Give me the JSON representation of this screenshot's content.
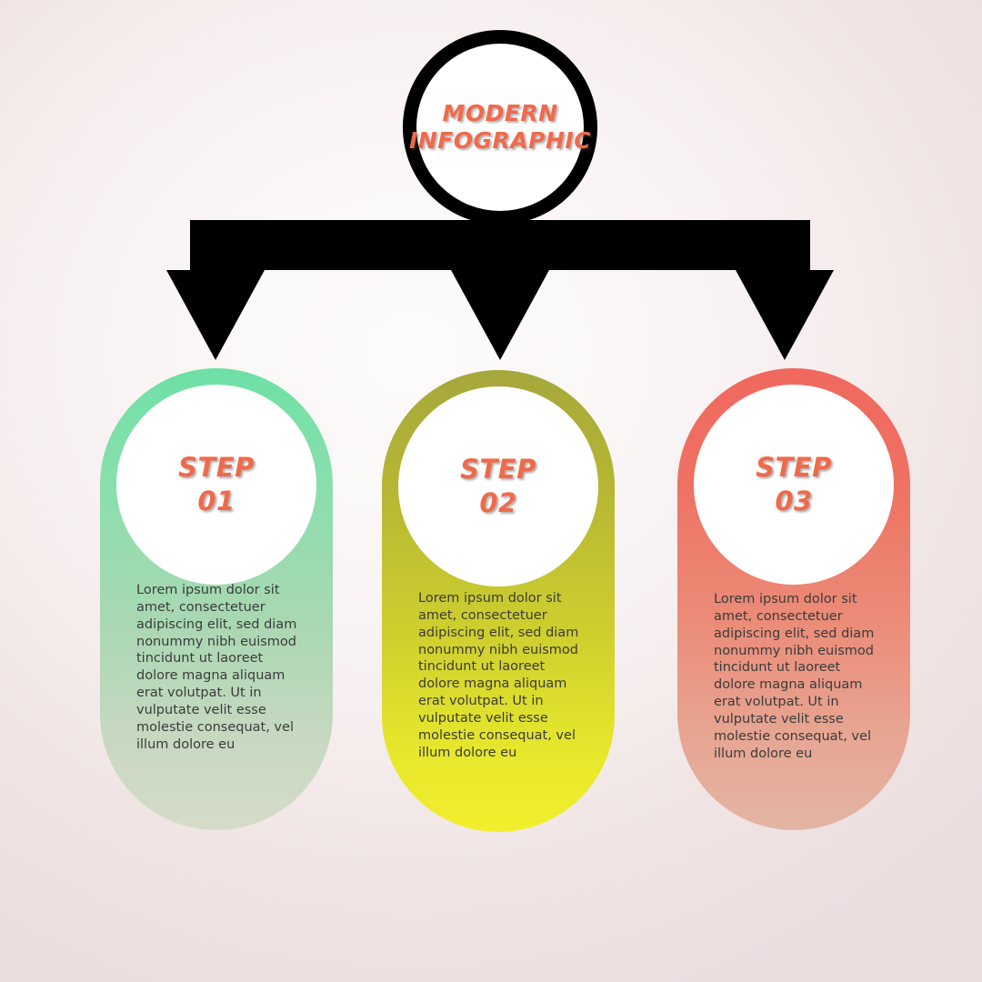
{
  "header": {
    "title": "MODERN\nINFOGRAPHIC",
    "title_color": "#ef6a4b",
    "ring_color": "#000000"
  },
  "background": {
    "center_color": "#fbf8f8",
    "edge_color": "#ece0e0"
  },
  "connector": {
    "color": "#000000",
    "arrow_count": 3
  },
  "steps": [
    {
      "label": "STEP\n01",
      "number": "01",
      "body": "Lorem ipsum dolor sit amet, consectetuer adipiscing elit, sed diam nonummy nibh euismod tincidunt ut laoreet dolore magna aliquam erat volutpat. Ut in vulputate velit esse molestie consequat, vel illum dolore eu",
      "color_top": "#6ee0a5",
      "color_bottom": "#d5dcc9"
    },
    {
      "label": "STEP\n02",
      "number": "02",
      "body": "Lorem ipsum dolor sit amet, consectetuer adipiscing elit, sed diam nonummy nibh euismod tincidunt ut laoreet dolore magna aliquam erat volutpat. Ut in vulputate velit esse molestie consequat, vel illum dolore eu",
      "color_top": "#a6a73b",
      "color_bottom": "#f2ee2d"
    },
    {
      "label": "STEP\n03",
      "number": "03",
      "body": "Lorem ipsum dolor sit amet, consectetuer adipiscing elit, sed diam nonummy nibh euismod tincidunt ut laoreet dolore magna aliquam erat volutpat. Ut in vulputate velit esse molestie consequat, vel illum dolore eu",
      "color_top": "#f0685e",
      "color_bottom": "#e3b5a4"
    }
  ]
}
